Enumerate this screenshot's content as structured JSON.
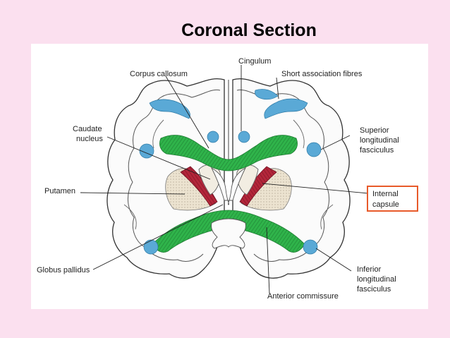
{
  "title": "Coronal Section",
  "labels": {
    "cingulum": "Cingulum",
    "corpus_callosum": "Corpus callosum",
    "short_association": "Short association fibres",
    "caudate_1": "Caudate",
    "caudate_2": "nucleus",
    "superior_1": "Superior",
    "superior_2": "longitudinal",
    "superior_3": "fasciculus",
    "putamen": "Putamen",
    "internal_1": "Internal",
    "internal_2": "capsule",
    "globus_pallidus": "Globus pallidus",
    "anterior_commissure": "Anterior commissure",
    "inferior_1": "Inferior",
    "inferior_2": "longitudinal",
    "inferior_3": "fasciculus"
  },
  "colors": {
    "background": "#fbe0ef",
    "panel": "#ffffff",
    "green_fibres": "#2fb34a",
    "blue_fibres": "#5aa9d6",
    "red_capsule": "#b3263a",
    "grey_matter": "#ece3d0",
    "highlight_box": "#e85a2a"
  }
}
